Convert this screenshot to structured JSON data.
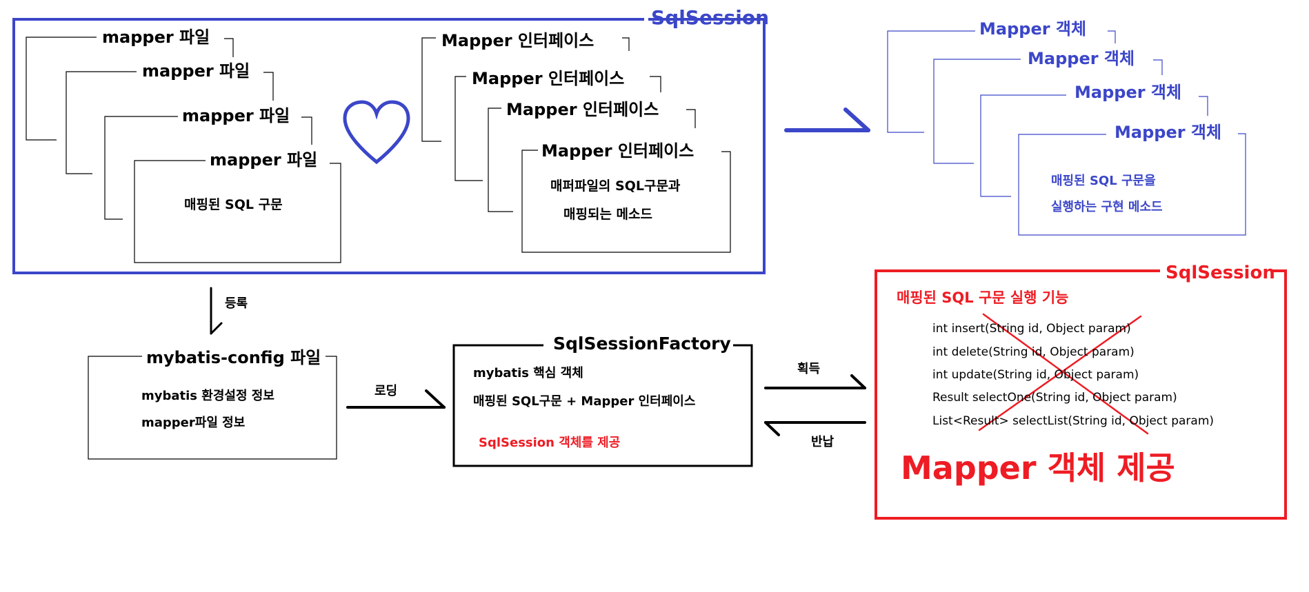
{
  "sqlsession_top": {
    "label": "SqlSession",
    "mapper_files": [
      "mapper 파일",
      "mapper 파일",
      "mapper 파일",
      "mapper 파일"
    ],
    "mapper_file_body": "매핑된 SQL 구문",
    "mapper_interfaces": [
      "Mapper  인터페이스",
      "Mapper  인터페이스",
      "Mapper  인터페이스",
      "Mapper  인터페이스"
    ],
    "interface_body_line1": "매퍼파일의 SQL구문과",
    "interface_body_line2": "매핑되는 메소드"
  },
  "mapper_objects": {
    "titles": [
      "Mapper  객체",
      "Mapper  객체",
      "Mapper  객체",
      "Mapper  객체"
    ],
    "body_line1": "매핑된 SQL 구문을",
    "body_line2": "실행하는 구현 메소드"
  },
  "config": {
    "register_label": "등록",
    "title": "mybatis-config 파일",
    "line1": "mybatis 환경설정 정보",
    "line2": "mapper파일 정보",
    "loading_label": "로딩"
  },
  "factory": {
    "title": "SqlSessionFactory",
    "line1": "mybatis  핵심 객체",
    "line2": "매핑된 SQL구문 + Mapper 인터페이스",
    "line3": "SqlSession 객체를 제공"
  },
  "exchange": {
    "acquire_label": "획득",
    "return_label": "반납"
  },
  "sqlsession_bottom": {
    "label": "SqlSession",
    "heading": "매핑된 SQL 구문 실행 기능",
    "methods": [
      "int insert(String id, Object param)",
      "int delete(String id, Object param)",
      "int update(String id, Object param)",
      "Result selectOne(String id, Object param)",
      "List<Result>  selectList(String id, Object param)"
    ],
    "big_label": "Mapper  객체 제공"
  },
  "colors": {
    "blue": "#3b46c8",
    "red": "#ee1c24",
    "black": "#000000"
  }
}
